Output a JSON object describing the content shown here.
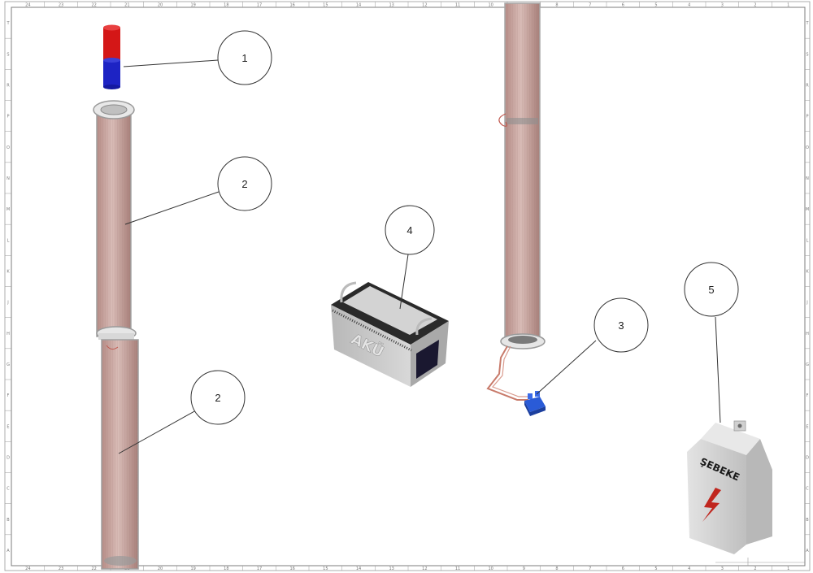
{
  "frame": {
    "top_ticks": [
      "24",
      "23",
      "22",
      "21",
      "20",
      "19",
      "18",
      "17",
      "16",
      "15",
      "14",
      "13",
      "12",
      "11",
      "10",
      "9",
      "8",
      "7",
      "6",
      "5",
      "4",
      "3",
      "2",
      "1"
    ],
    "side_ticks": [
      "T",
      "S",
      "R",
      "P",
      "O",
      "N",
      "M",
      "L",
      "K",
      "J",
      "H",
      "G",
      "F",
      "E",
      "D",
      "C",
      "B",
      "A"
    ],
    "colors": {
      "border": "#8c8c8c",
      "background": "#ffffff"
    }
  },
  "balloons": [
    {
      "id": "magnet",
      "number": "1"
    },
    {
      "id": "tube-upper",
      "number": "2"
    },
    {
      "id": "tube-lower",
      "number": "2"
    },
    {
      "id": "connector",
      "number": "3"
    },
    {
      "id": "battery",
      "number": "4"
    },
    {
      "id": "mains-box",
      "number": "5"
    }
  ],
  "components": {
    "battery_label": "AKÜ",
    "mains_label": "ŞEBEKE",
    "lightning_icon": "lightning-bolt-icon",
    "colors": {
      "tube": "#c9a6a1",
      "tube_edge": "#b3b3b3",
      "magnet_north": "#d41717",
      "magnet_south": "#1d23c4",
      "battery_body": "#c8c8c8",
      "battery_top": "#2a2a2a",
      "connector": "#2a5bd7",
      "wire": "#c87a6a",
      "mains_box": "#d4d4d4",
      "bolt": "#c0261e"
    }
  }
}
